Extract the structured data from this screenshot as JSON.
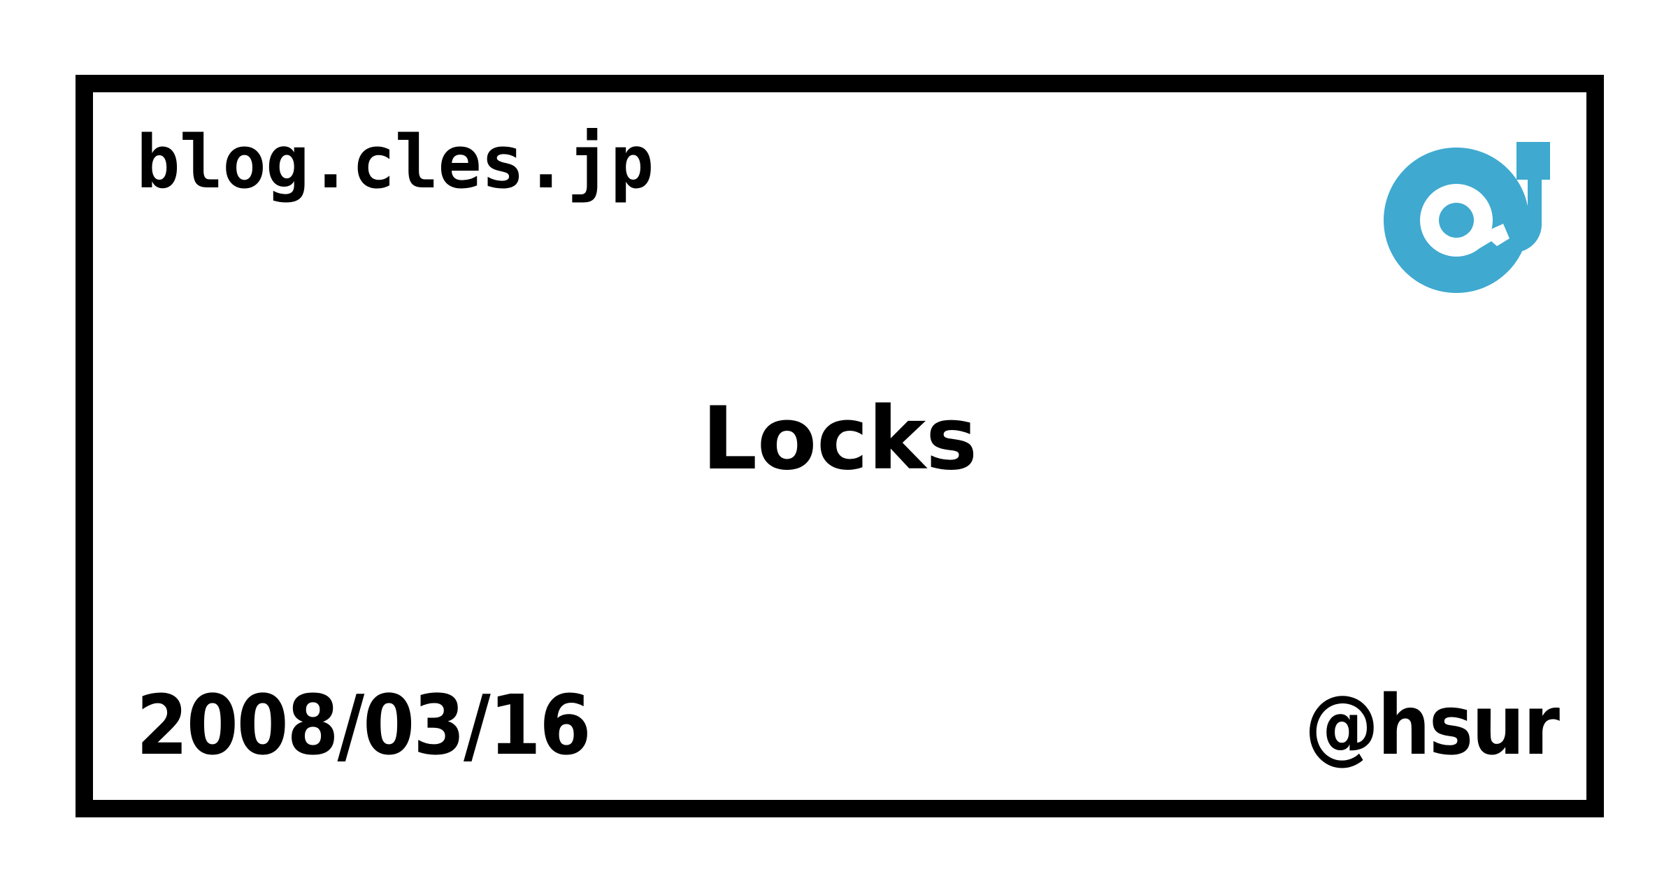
{
  "slide": {
    "site_title": "blog.cles.jp",
    "title": "Locks",
    "date": "2008/03/16",
    "author": "@hsur",
    "logo": {
      "name": "turntable-record-player-icon",
      "color": "#3FA9D0"
    },
    "frame": {
      "border_color": "#000000",
      "background_color": "#ffffff"
    }
  }
}
